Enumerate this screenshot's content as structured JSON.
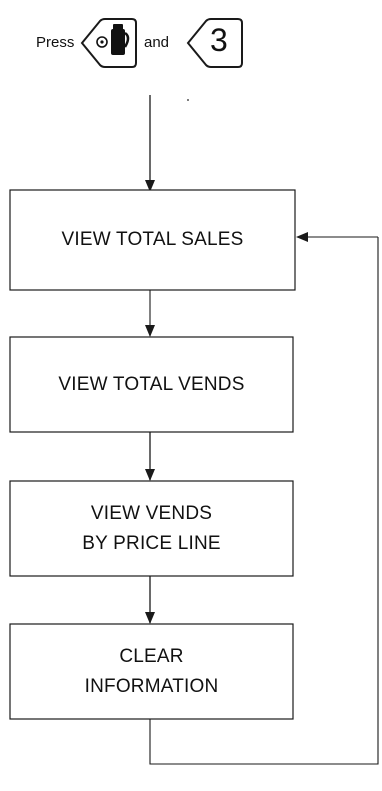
{
  "instruction": {
    "press_label": "Press",
    "and_label": "and",
    "key_number": "3",
    "key_icon": "coffee-pot-icon"
  },
  "steps": [
    {
      "id": "view-total-sales",
      "lines": [
        "VIEW TOTAL SALES"
      ]
    },
    {
      "id": "view-total-vends",
      "lines": [
        "VIEW TOTAL VENDS"
      ]
    },
    {
      "id": "view-vends-by-price-line",
      "lines": [
        "VIEW VENDS",
        "BY PRICE LINE"
      ]
    },
    {
      "id": "clear-information",
      "lines": [
        "CLEAR",
        "INFORMATION"
      ]
    }
  ],
  "colors": {
    "line": "#1a1a1a",
    "background": "#ffffff"
  }
}
